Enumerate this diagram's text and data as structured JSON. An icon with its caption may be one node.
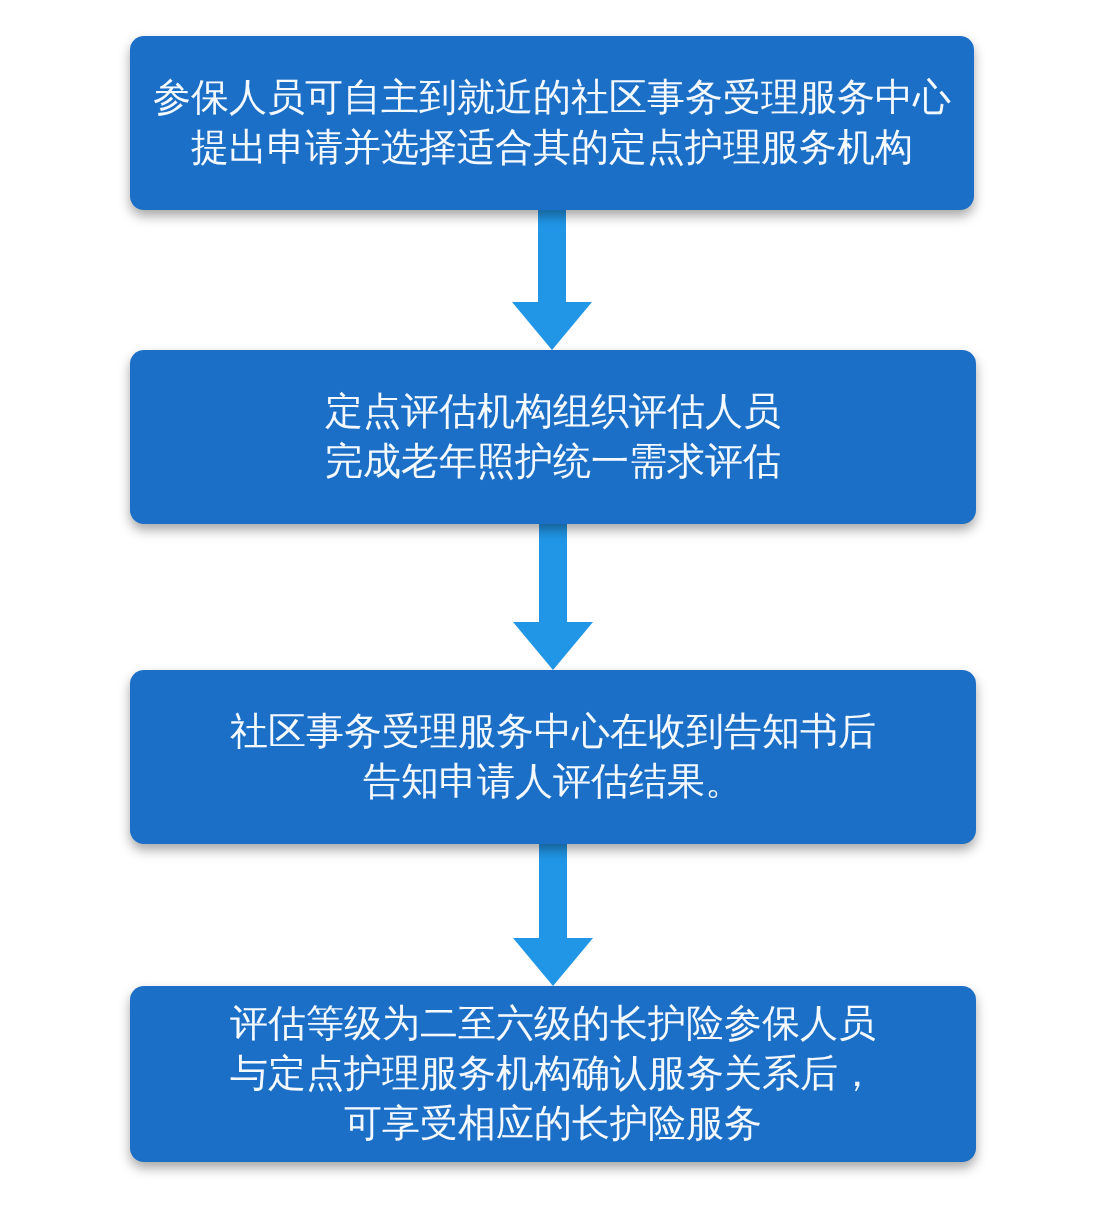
{
  "diagram": {
    "nodes": [
      {
        "text": [
          "参保人员可自主到就近的社区事务受理服务中心提出申请并选择适合其的定点护理服务机构"
        ]
      },
      {
        "text": [
          "定点评估机构组织评估人员完成老年照护统一需求评估"
        ]
      },
      {
        "text": [
          "社区事务受理服务中心在收到告知书后告知申请人评估结果。"
        ]
      },
      {
        "text": [
          "评估等级为二至六级的长护险参保人员与定点护理服务机构确认服务关系后，可享受相应的长护险服务"
        ]
      }
    ],
    "edges": [
      {
        "from": 0,
        "to": 1,
        "arrow": "to"
      },
      {
        "from": 1,
        "to": 2,
        "arrow": "to"
      },
      {
        "from": 2,
        "to": 3,
        "arrow": "to"
      }
    ]
  }
}
